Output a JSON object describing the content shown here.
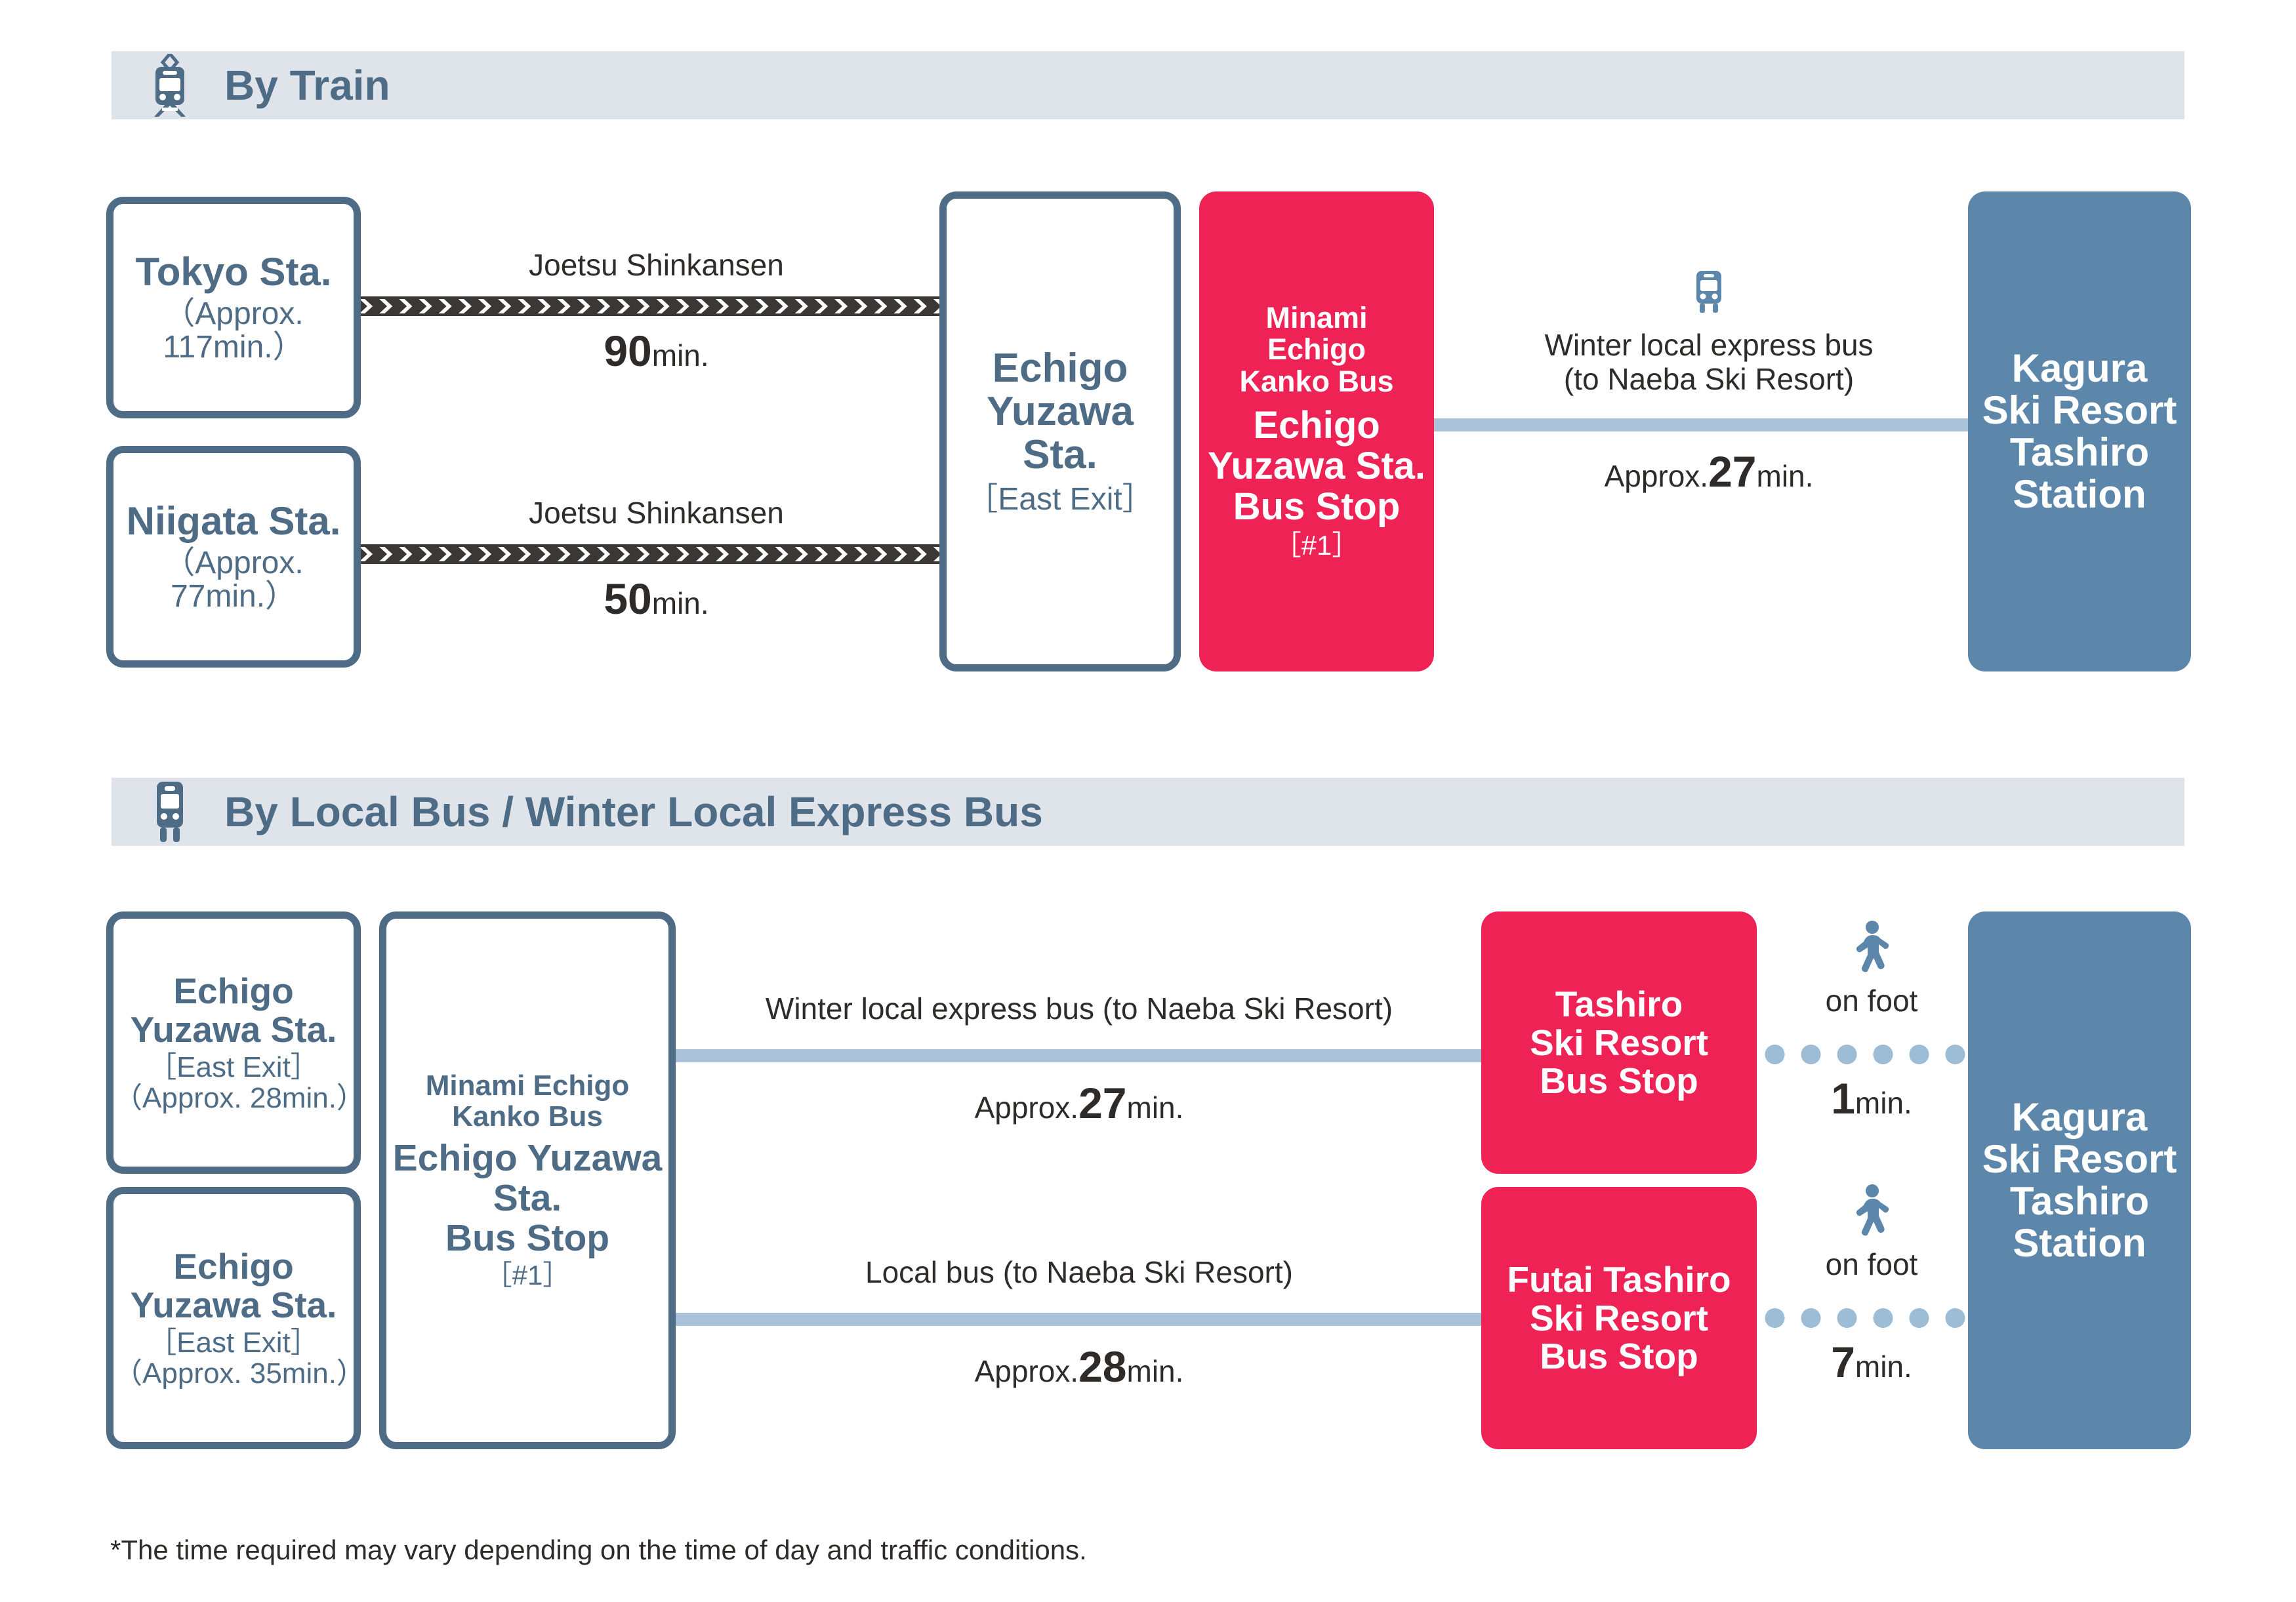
{
  "sections": [
    {
      "id": "by-train",
      "icon": "train-icon",
      "title": "By Train"
    },
    {
      "id": "by-bus",
      "icon": "bus-icon",
      "title": "By Local Bus / Winter Local Express Bus"
    }
  ],
  "train": {
    "origin_tokyo": {
      "name": "Tokyo Sta.",
      "note": "（Approx. 117min.）"
    },
    "origin_niigata": {
      "name": "Niigata Sta.",
      "note": "（Approx. 77min.）"
    },
    "leg_tokyo": {
      "mode": "Joetsu Shinkansen",
      "duration_value": "90",
      "duration_unit": "min."
    },
    "leg_niigata": {
      "mode": "Joetsu Shinkansen",
      "duration_value": "50",
      "duration_unit": "min."
    },
    "echigo_station": {
      "line1": "Echigo",
      "line2": "Yuzawa Sta.",
      "exit": "［East Exit］"
    },
    "bus_stop": {
      "operator_line1": "Minami",
      "operator_line2": "Echigo",
      "operator_line3": "Kanko Bus",
      "name_line1": "Echigo",
      "name_line2": "Yuzawa Sta.",
      "name_line3": "Bus Stop",
      "bay": "［#1］"
    },
    "leg_bus": {
      "icon": "bus-icon",
      "mode_line1": "Winter local express bus",
      "mode_line2": "(to Naeba Ski Resort)",
      "approx": "Approx.",
      "duration_value": "27",
      "duration_unit": "min."
    },
    "destination": {
      "line1": "Kagura",
      "line2": "Ski Resort",
      "line3": "Tashiro",
      "line4": "Station"
    }
  },
  "bus": {
    "origin_top": {
      "line1": "Echigo",
      "line2": "Yuzawa Sta.",
      "exit": "［East Exit］",
      "note": "（Approx. 28min.）"
    },
    "origin_bottom": {
      "line1": "Echigo",
      "line2": "Yuzawa Sta.",
      "exit": "［East Exit］",
      "note": "（Approx. 35min.）"
    },
    "bus_stop": {
      "operator_line1": "Minami Echigo",
      "operator_line2": "Kanko Bus",
      "name_line1": "Echigo Yuzawa",
      "name_line2": "Sta.",
      "name_line3": "Bus Stop",
      "bay": "［#1］"
    },
    "leg_top": {
      "mode": "Winter local express bus (to Naeba Ski Resort)",
      "approx": "Approx.",
      "duration_value": "27",
      "duration_unit": "min."
    },
    "leg_bottom": {
      "mode": "Local bus (to Naeba Ski Resort)",
      "approx": "Approx.",
      "duration_value": "28",
      "duration_unit": "min."
    },
    "stop_top": {
      "line1": "Tashiro",
      "line2": "Ski Resort",
      "line3": "Bus Stop"
    },
    "stop_bottom": {
      "line1": "Futai Tashiro",
      "line2": "Ski Resort",
      "line3": "Bus Stop"
    },
    "walk_top": {
      "icon": "walk-icon",
      "label": "on foot",
      "duration_value": "1",
      "duration_unit": "min."
    },
    "walk_bottom": {
      "icon": "walk-icon",
      "label": "on foot",
      "duration_value": "7",
      "duration_unit": "min."
    },
    "destination": {
      "line1": "Kagura",
      "line2": "Ski Resort",
      "line3": "Tashiro",
      "line4": "Station"
    }
  },
  "footnote": "*The time required may vary depending on the time of day and traffic conditions.",
  "colors": {
    "header_bar": "#DFE4EB",
    "steel_blue": "#4E6C86",
    "dest_blue": "#5C87AB",
    "pink": "#EE2255",
    "bus_line": "#A9C2D9",
    "dark": "#3A3734"
  }
}
